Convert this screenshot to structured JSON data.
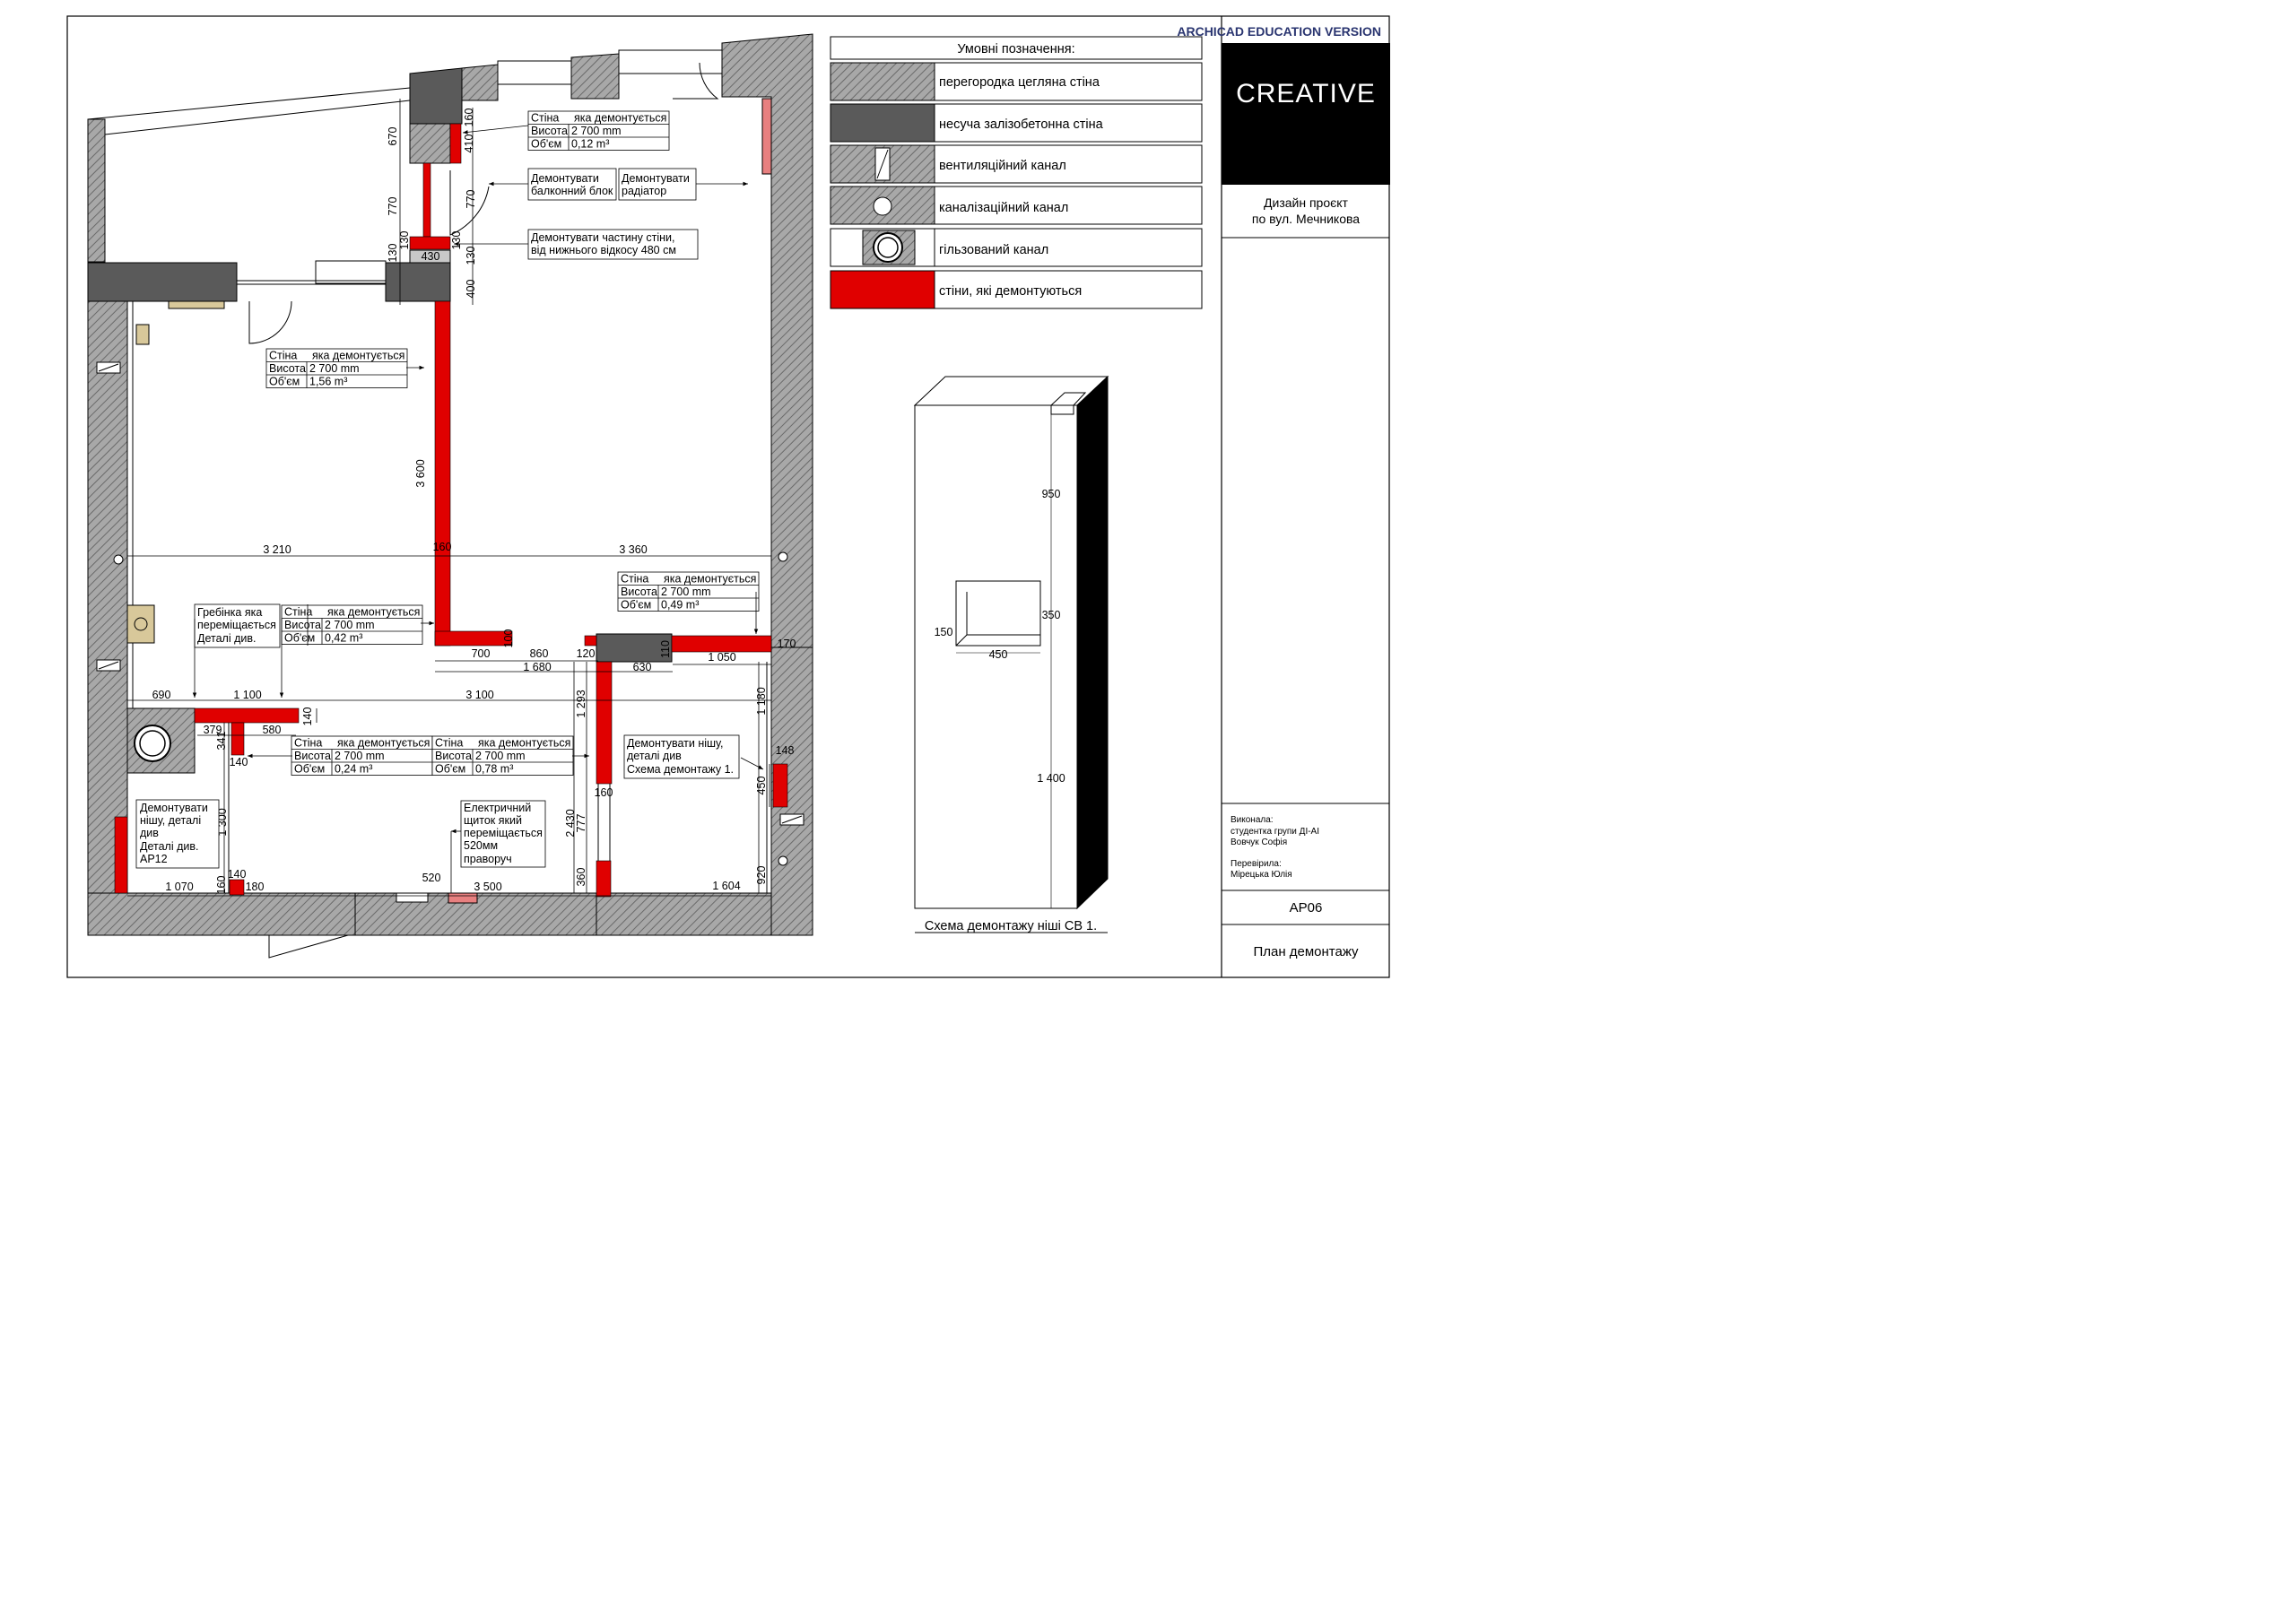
{
  "watermark": "ARCHICAD EDUCATION VERSION",
  "legend": {
    "title": "Умовні позначення:",
    "items": [
      {
        "key": "brick",
        "label": "перегородка цегляна стіна"
      },
      {
        "key": "concrete",
        "label": "несуча залізобетонна стіна"
      },
      {
        "key": "vent",
        "label": "вентиляційний канал"
      },
      {
        "key": "sewer",
        "label": "каналізаційний канал"
      },
      {
        "key": "sleeve",
        "label": "гільзований канал"
      },
      {
        "key": "demolish",
        "label": "стіни, які демонтуються"
      }
    ]
  },
  "colors": {
    "demolish": "#e00000",
    "concrete": "#5a5a5a",
    "brick": "#9a9a9a",
    "outline": "#000000"
  },
  "title_block": {
    "logo": "CREATIVE",
    "project_line1": "Дизайн проєкт",
    "project_line2": "по вул. Мечникова",
    "made_by_label": "Виконала:",
    "made_by_line1": "студентка групи ДІ-АІ",
    "made_by_line2": "Вовчук Софія",
    "checked_label": "Перевірила:",
    "checked_name": "Мірецька Юлія",
    "sheet_code": "АР06",
    "sheet_title": "План демонтажу"
  },
  "tables": {
    "header_left": "Стіна",
    "header_right": "яка демонтується",
    "height_label": "Висота",
    "volume_label": "Об'єм",
    "height_value": "2 700 mm",
    "t1": {
      "volume": "0,12 m³"
    },
    "t2": {
      "volume": "1,56 m³"
    },
    "t3": {
      "volume": "0,49 m³"
    },
    "t4": {
      "volume": "0,42 m³"
    },
    "t5": {
      "volume": "0,24 m³"
    },
    "t6": {
      "volume": "0,78 m³"
    }
  },
  "notes": {
    "balcony": [
      "Демонтувати",
      "балконний блок"
    ],
    "radiator": [
      "Демонтувати",
      "радіатор"
    ],
    "wall_part": [
      "Демонтувати частину стіни,",
      "від нижнього відкосу 480 см"
    ],
    "comb": [
      "Гребінка яка",
      "переміщається",
      "Деталі див."
    ],
    "niche1": [
      "Демонтувати нішу,",
      "деталі див",
      "Схема демонтажу 1."
    ],
    "niche2": [
      "Демонтувати",
      "нішу, деталі",
      "див",
      "Деталі див.",
      "АР12"
    ],
    "panel": [
      "Електричний",
      "щиток який",
      "переміщається",
      "520мм",
      "праворуч"
    ]
  },
  "dims": {
    "d670": "670",
    "d160a": "160",
    "d410": "410",
    "d770a": "770",
    "d770b": "770",
    "d130a": "130",
    "d130b": "130",
    "d130c": "130",
    "d130d": "130",
    "d430": "430",
    "d400": "400",
    "d3600": "3 600",
    "d160b": "160",
    "d3210": "3 210",
    "d3360": "3 360",
    "d100": "100",
    "d700": "700",
    "d860": "860",
    "d120": "120",
    "d110": "110",
    "d170": "170",
    "d1680": "1 680",
    "d630": "630",
    "d1050": "1 050",
    "d690": "690",
    "d1100": "1 100",
    "d3100": "3 100",
    "d1293": "1 293",
    "d1180": "1 180",
    "d140a": "140",
    "d379": "379",
    "d580": "580",
    "d341": "341",
    "d140b": "140",
    "d148": "148",
    "d160c": "160",
    "d450a": "450",
    "d1300": "1 300",
    "d2430": "2 430",
    "d777": "777",
    "d360": "360",
    "d920": "920",
    "d1070": "1 070",
    "d140c": "140",
    "d160d": "160",
    "d180": "180",
    "d520": "520",
    "d3500": "3 500",
    "d1604": "1 604"
  },
  "scheme": {
    "caption": "Схема демонтажу ніші СВ 1.",
    "d950": "950",
    "d350": "350",
    "d1400": "1 400",
    "d150": "150",
    "d450": "450"
  }
}
